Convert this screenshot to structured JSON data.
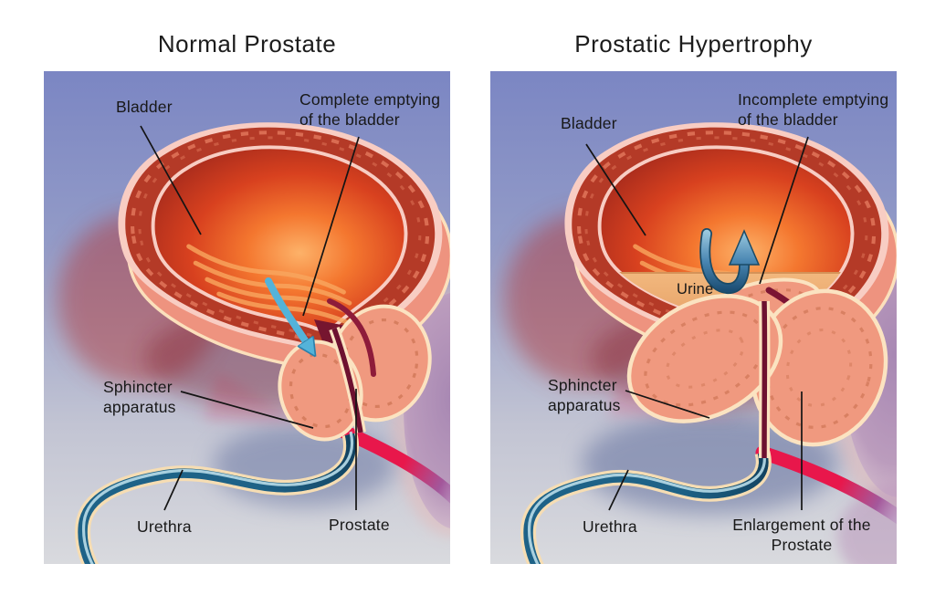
{
  "illustration": {
    "kind": "medical diagram",
    "subject": "Comparison of a normal prostate and prostatic hypertrophy"
  },
  "left_panel": {
    "title": "Normal Prostate",
    "labels": {
      "bladder": "Bladder",
      "emptying_line1": "Complete emptying",
      "emptying_line2": "of the bladder",
      "sphincter_line1": "Sphincter",
      "sphincter_line2": "apparatus",
      "urethra": "Urethra",
      "prostate": "Prostate"
    }
  },
  "right_panel": {
    "title": "Prostatic Hypertrophy",
    "labels": {
      "bladder": "Bladder",
      "emptying_line1": "Incomplete emptying",
      "emptying_line2": "of the bladder",
      "urine": "Urine",
      "sphincter_line1": "Sphincter",
      "sphincter_line2": "apparatus",
      "urethra": "Urethra",
      "enlargement_line1": "Enlargement of the",
      "enlargement_line2": "Prostate"
    }
  },
  "palette": {
    "background_top": "#7b86c3",
    "background_bottom": "#d9dade",
    "bladder_wall": "#b43a27",
    "bladder_rim": "#f8cdc3",
    "bladder_lumen_glow": "#f4772f",
    "prostate_tissue": "#f0997f",
    "prostate_outline": "#fbe3c1",
    "urethra_tube": "#1e6287",
    "urethra_outline": "#f6ddb3",
    "artery": "#e8174b",
    "flow_arrow_blue": "#54b3d9",
    "urine_pool": "#e9a263",
    "label_text": "#181818"
  }
}
